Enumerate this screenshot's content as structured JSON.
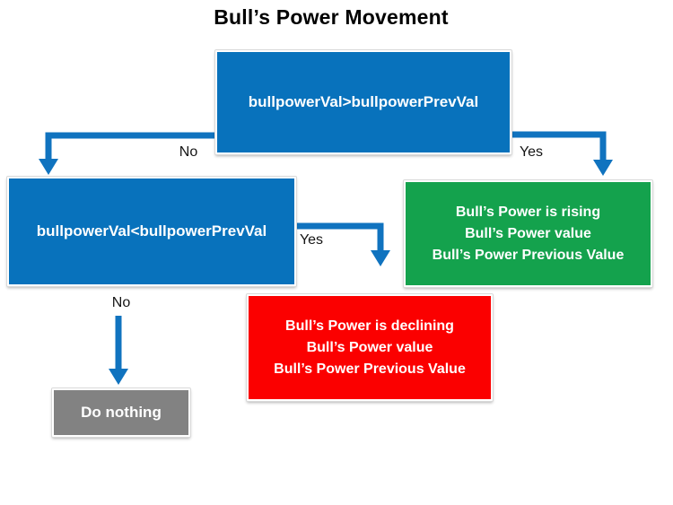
{
  "title": "Bull’s Power Movement",
  "colors": {
    "blue": "#0872BC",
    "green": "#14A24D",
    "red": "#FB0000",
    "gray": "#828282",
    "arrow": "#1073BF"
  },
  "nodes": {
    "condition1": {
      "label": "bullpowerVal>bullpowerPrevVal"
    },
    "condition2": {
      "label": "bullpowerVal<bullpowerPrevVal"
    },
    "rising": {
      "lines": [
        "Bull’s Power is rising",
        "Bull’s Power value",
        "Bull’s Power Previous Value"
      ]
    },
    "declining": {
      "lines": [
        "Bull’s Power is declining",
        "Bull’s Power value",
        "Bull’s Power Previous Value"
      ]
    },
    "do_nothing": {
      "label": "Do nothing"
    }
  },
  "edges": {
    "root_no": "No",
    "root_yes": "Yes",
    "second_yes": "Yes",
    "second_no": "No"
  }
}
